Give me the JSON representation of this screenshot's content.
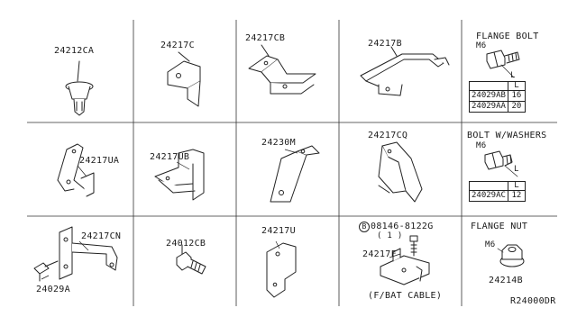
{
  "cells": {
    "c1": {
      "part": "24212CA"
    },
    "c2": {
      "part": "24217C"
    },
    "c3": {
      "part": "24217CB"
    },
    "c4": {
      "part": "24217B"
    },
    "c5": {
      "title": "FLANGE BOLT",
      "size": "M6",
      "dim": "L",
      "table": {
        "header": "L",
        "rows": [
          {
            "part": "24029AB",
            "value": "16"
          },
          {
            "part": "24029AA",
            "value": "20"
          }
        ]
      }
    },
    "c6": {
      "part": "24217UA"
    },
    "c7": {
      "part": "24217UB"
    },
    "c8": {
      "part": "24230M"
    },
    "c9": {
      "part": "24217CQ"
    },
    "c10": {
      "title": "BOLT W/WASHERS",
      "size": "M6",
      "dim": "L",
      "table": {
        "header": "L",
        "rows": [
          {
            "part": "24029AC",
            "value": "12"
          }
        ]
      }
    },
    "c11": {
      "part_a": "24217CN",
      "part_b": "24029A"
    },
    "c12": {
      "part": "24012CB"
    },
    "c13": {
      "part": "24217U"
    },
    "c14": {
      "bolt_marker": "B",
      "bolt_part": "08146-8122G",
      "bolt_qty": "( 1 )",
      "part": "24217F",
      "note": "(F/BAT CABLE)"
    },
    "c15": {
      "title": "FLANGE NUT",
      "size": "M6",
      "part": "24214B"
    }
  },
  "diagram_code": "R24000DR"
}
